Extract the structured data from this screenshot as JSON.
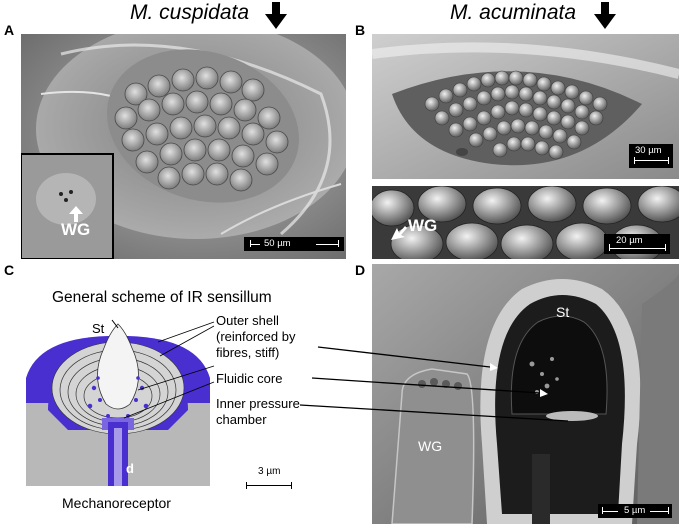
{
  "figure": {
    "panels": {
      "A": {
        "label": "A",
        "species": "M. cuspidata",
        "scale": "50 µm",
        "inset_label": "WG"
      },
      "B": {
        "label": "B",
        "species": "M. acuminata",
        "scale_top": "30 µm",
        "scale_bottom": "20 µm",
        "inset_label": "WG"
      },
      "C": {
        "label": "C",
        "title": "General scheme of IR sensillum",
        "st_label": "St",
        "outer_shell": "Outer shell\n(reinforced by\nfibres, stiff)",
        "fluidic_core": "Fluidic core",
        "inner_chamber": "Inner pressure\nchamber",
        "d_label": "d",
        "mechanoreceptor": "Mechanoreceptor",
        "scale": "3 µm"
      },
      "D": {
        "label": "D",
        "st_label": "St",
        "wg_label": "WG",
        "scale": "5 µm"
      }
    },
    "colors": {
      "scheme_blue": "#4a2fd0",
      "scheme_light_blue": "#a79ae8",
      "grey": "#b8b8b8"
    }
  }
}
